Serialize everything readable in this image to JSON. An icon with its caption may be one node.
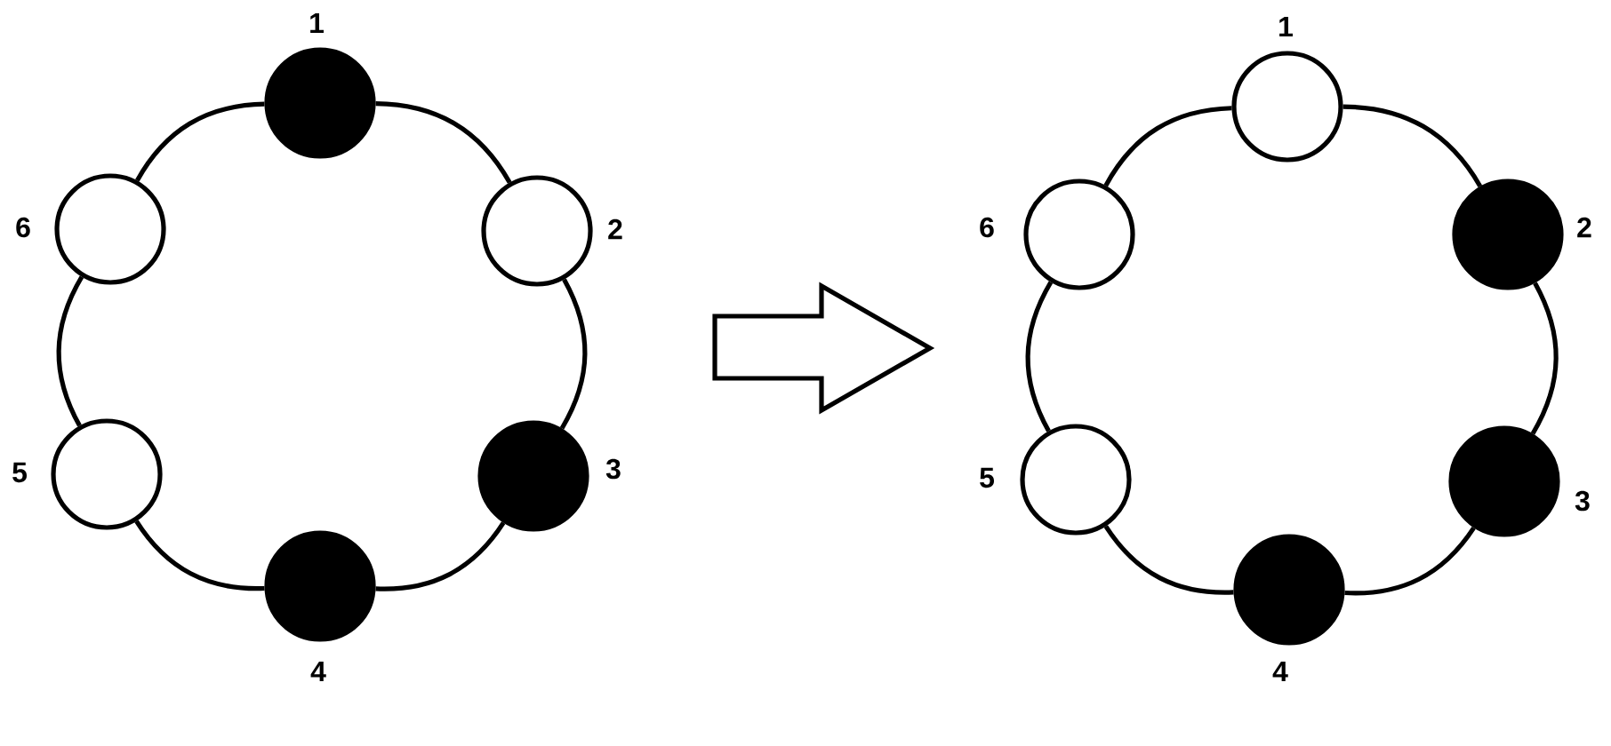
{
  "diagram": {
    "nodes": [
      {
        "text": [],
        "shape": "disc",
        "beside": [
          "1"
        ]
      },
      {
        "text": [],
        "shape": "circle",
        "beside": [
          "2"
        ]
      },
      {
        "text": [],
        "shape": "disc",
        "beside": [
          "3"
        ]
      },
      {
        "text": [],
        "shape": "disc",
        "beside": [
          "4"
        ]
      },
      {
        "text": [],
        "shape": "circle",
        "beside": [
          "5"
        ]
      },
      {
        "text": [],
        "shape": "circle",
        "beside": [
          "6"
        ]
      },
      {
        "text": [],
        "shape": "circle",
        "beside": [
          "1"
        ]
      },
      {
        "text": [],
        "shape": "disc",
        "beside": [
          "2"
        ]
      },
      {
        "text": [],
        "shape": "disc",
        "beside": [
          "3"
        ]
      },
      {
        "text": [],
        "shape": "disc",
        "beside": [
          "4"
        ]
      },
      {
        "text": [],
        "shape": "circle",
        "beside": [
          "5"
        ]
      },
      {
        "text": [],
        "shape": "circle",
        "beside": [
          "6"
        ]
      }
    ],
    "edges": [
      {
        "from": 0,
        "to": 1,
        "arrow": "none"
      },
      {
        "from": 1,
        "to": 2,
        "arrow": "none"
      },
      {
        "from": 2,
        "to": 3,
        "arrow": "none"
      },
      {
        "from": 3,
        "to": 4,
        "arrow": "none"
      },
      {
        "from": 4,
        "to": 5,
        "arrow": "none"
      },
      {
        "from": 5,
        "to": 0,
        "arrow": "none"
      },
      {
        "from": 6,
        "to": 7,
        "arrow": "none"
      },
      {
        "from": 7,
        "to": 8,
        "arrow": "none"
      },
      {
        "from": 8,
        "to": 9,
        "arrow": "none"
      },
      {
        "from": 9,
        "to": 10,
        "arrow": "none"
      },
      {
        "from": 10,
        "to": 11,
        "arrow": "none"
      },
      {
        "from": 11,
        "to": 6,
        "arrow": "none"
      }
    ]
  }
}
